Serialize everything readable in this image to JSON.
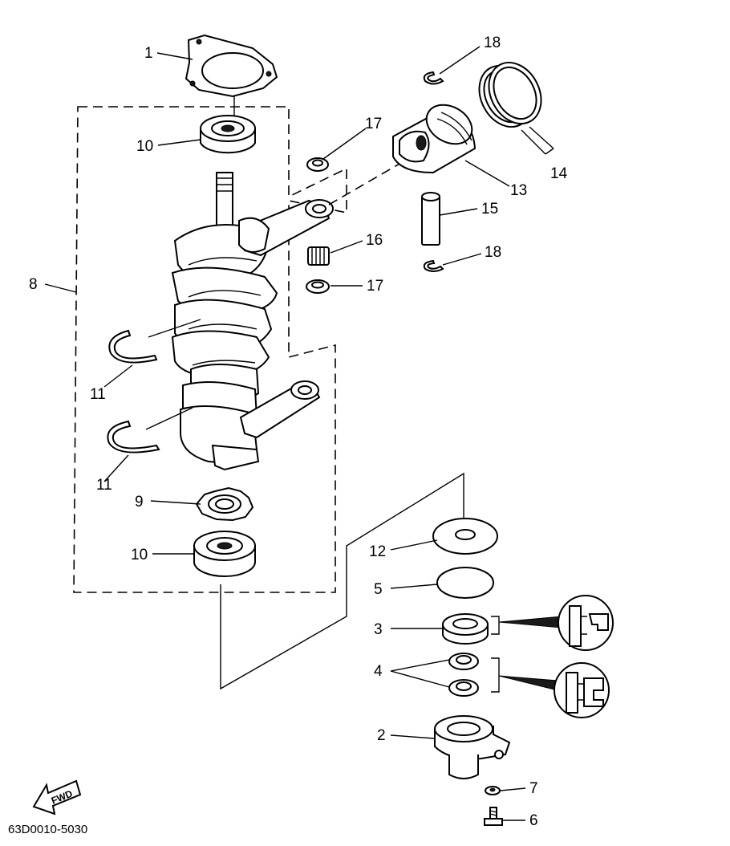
{
  "diagram": {
    "code": "63D0010-5030",
    "fwd_label": "FWD",
    "labels": {
      "l1": "1",
      "l2": "2",
      "l3": "3",
      "l4": "4",
      "l5": "5",
      "l6": "6",
      "l7": "7",
      "l8": "8",
      "l9": "9",
      "l10a": "10",
      "l10b": "10",
      "l11a": "11",
      "l11b": "11",
      "l12": "12",
      "l13": "13",
      "l14": "14",
      "l15": "15",
      "l16": "16",
      "l17a": "17",
      "l17b": "17",
      "l18a": "18",
      "l18b": "18"
    }
  }
}
